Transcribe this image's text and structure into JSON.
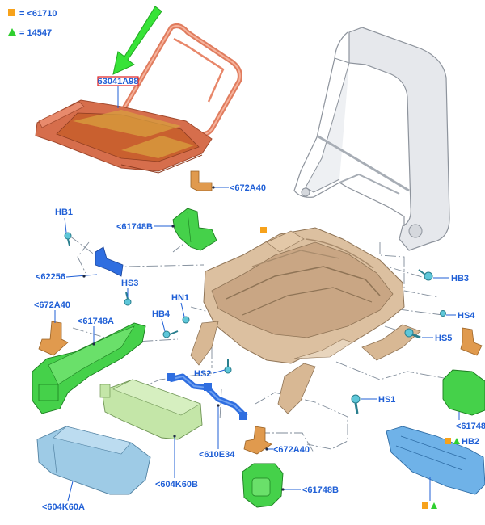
{
  "legend": [
    {
      "symbol": "square",
      "color": "#f7a21b",
      "text": "= <61710"
    },
    {
      "symbol": "triangle",
      "color": "#2fcf2f",
      "text": "= 14547"
    }
  ],
  "callouts": {
    "c_63041": "63041A98",
    "c_672a40_top": "<672A40",
    "c_61748b_top": "<61748B",
    "c_hb1": "HB1",
    "c_62256": "<62256",
    "c_hs3": "HS3",
    "c_hn1": "HN1",
    "c_hb4": "HB4",
    "c_672a40_left": "<672A40",
    "c_61748a": "<61748A",
    "c_hs2": "HS2",
    "c_610e34": "<610E34",
    "c_604k60b": "<604K60B",
    "c_604k60a": "<604K60A",
    "c_672a40_bottom": "<672A40",
    "c_61748b_bottom": "<61748B",
    "c_hb3": "HB3",
    "c_hs4": "HS4",
    "c_hs5": "HS5",
    "c_hs1": "HS1",
    "c_61748_right": "<61748",
    "c_hb2": "HB2"
  },
  "colors": {
    "label": "#1f5fd6",
    "heater_mat": "#d9704f",
    "heater_wire": "#e8876a",
    "seat_frame": "#d7b592",
    "back_frame": "#e4e6ea",
    "green_part": "#3fd23f",
    "blue_harness": "#2f6ee0",
    "cushion_light": "#b8e29a",
    "cushion_blue": "#9ec7e3",
    "orange_part": "#e09a4e",
    "arrow": "#2fe02f"
  }
}
